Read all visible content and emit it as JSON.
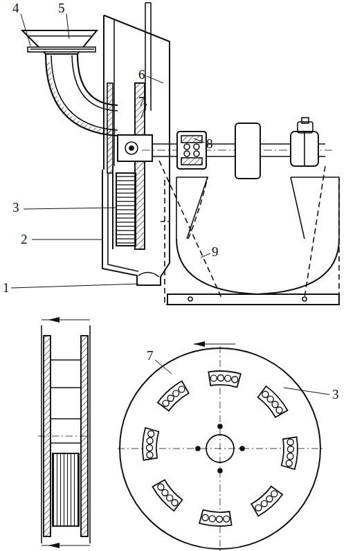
{
  "diagram": {
    "labels": [
      "4",
      "5",
      "6",
      "7",
      "8",
      "3",
      "2",
      "1",
      "9",
      "7",
      "3"
    ]
  }
}
